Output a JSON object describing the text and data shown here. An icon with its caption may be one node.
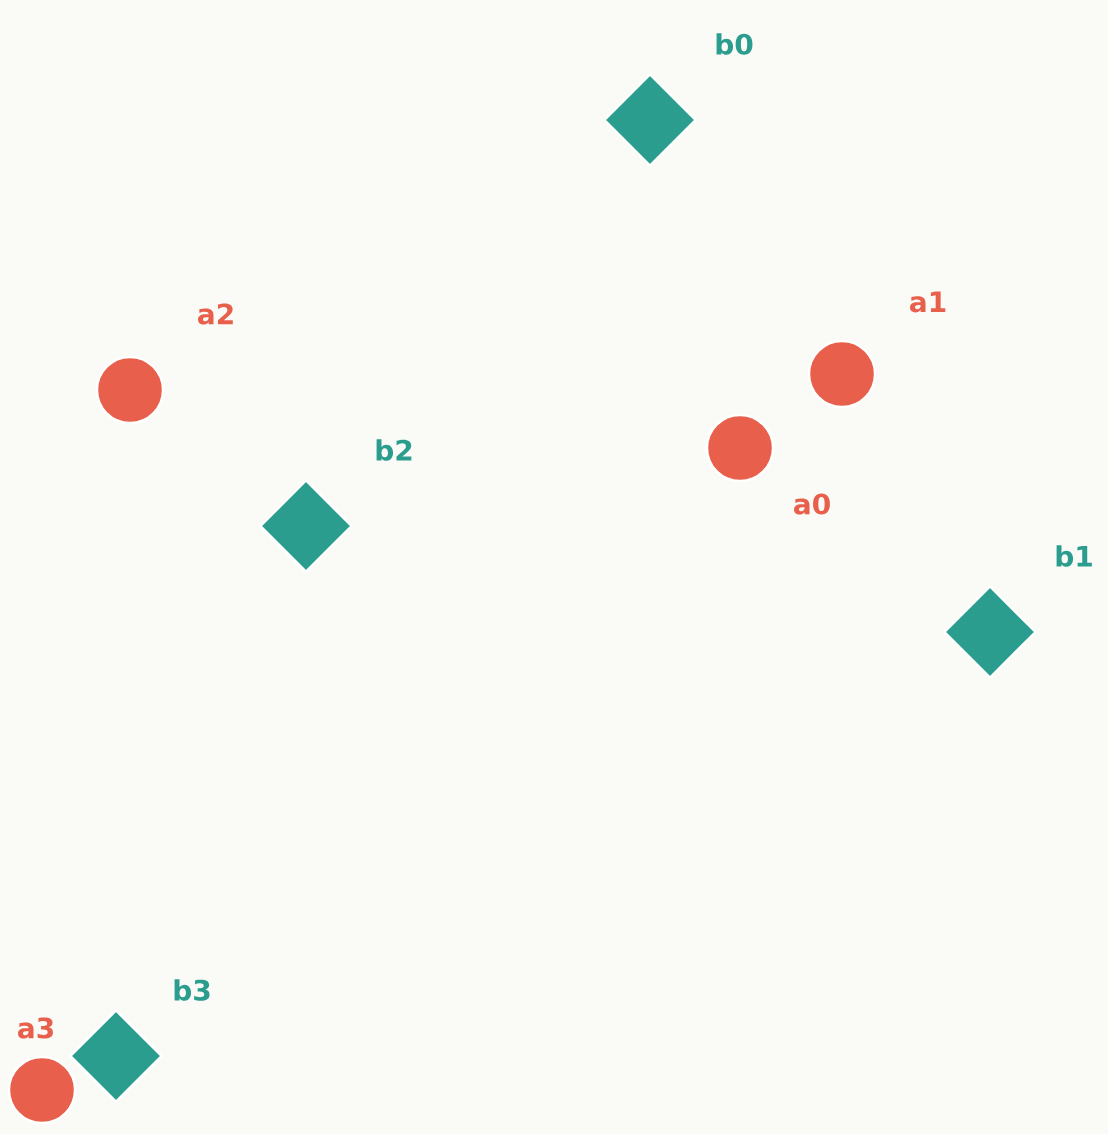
{
  "diagram": {
    "nodes": [
      {
        "text": [
          "a0"
        ]
      },
      {
        "text": [
          "a1"
        ]
      },
      {
        "text": [
          "a2"
        ]
      },
      {
        "text": [
          "a3"
        ]
      },
      {
        "text": [
          "b0"
        ]
      },
      {
        "text": [
          "b1"
        ]
      },
      {
        "text": [
          "b2"
        ]
      },
      {
        "text": [
          "b3"
        ]
      }
    ]
  }
}
